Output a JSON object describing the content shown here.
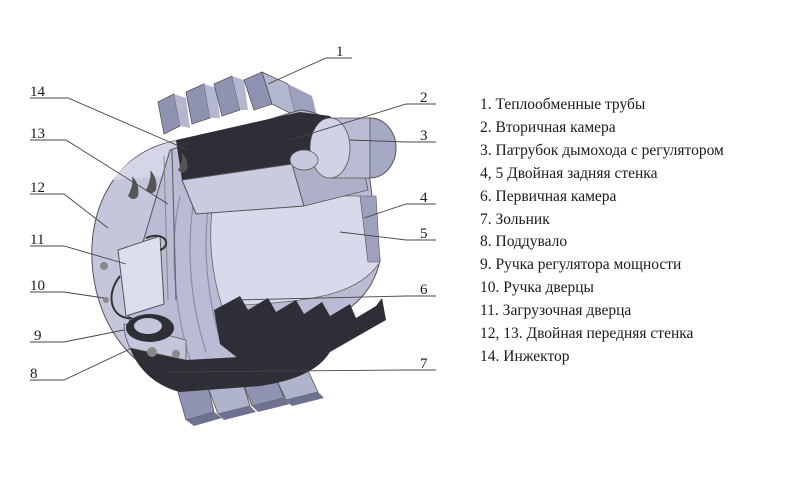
{
  "callouts": [
    "1",
    "2",
    "3",
    "4",
    "5",
    "6",
    "7",
    "8",
    "9",
    "10",
    "11",
    "12",
    "13",
    "14"
  ],
  "legend": [
    "1. Теплообменные трубы",
    "2. Вторичная камера",
    "3. Патрубок дымохода с регулятором",
    "4, 5 Двойная задняя стенка",
    "6. Первичная камера",
    "7. Зольник",
    "8. Поддувало",
    "9. Ручка регулятора мощности",
    "10. Ручка дверцы",
    "11. Загрузочная дверца",
    "12, 13. Двойная передняя стенка",
    "14. Инжектор"
  ],
  "colors": {
    "steel": "#c4c6dc",
    "steel_light": "#dcdeee",
    "steel_dark": "#8f92b0",
    "shadow": "#2e2e36",
    "line": "#333333"
  }
}
